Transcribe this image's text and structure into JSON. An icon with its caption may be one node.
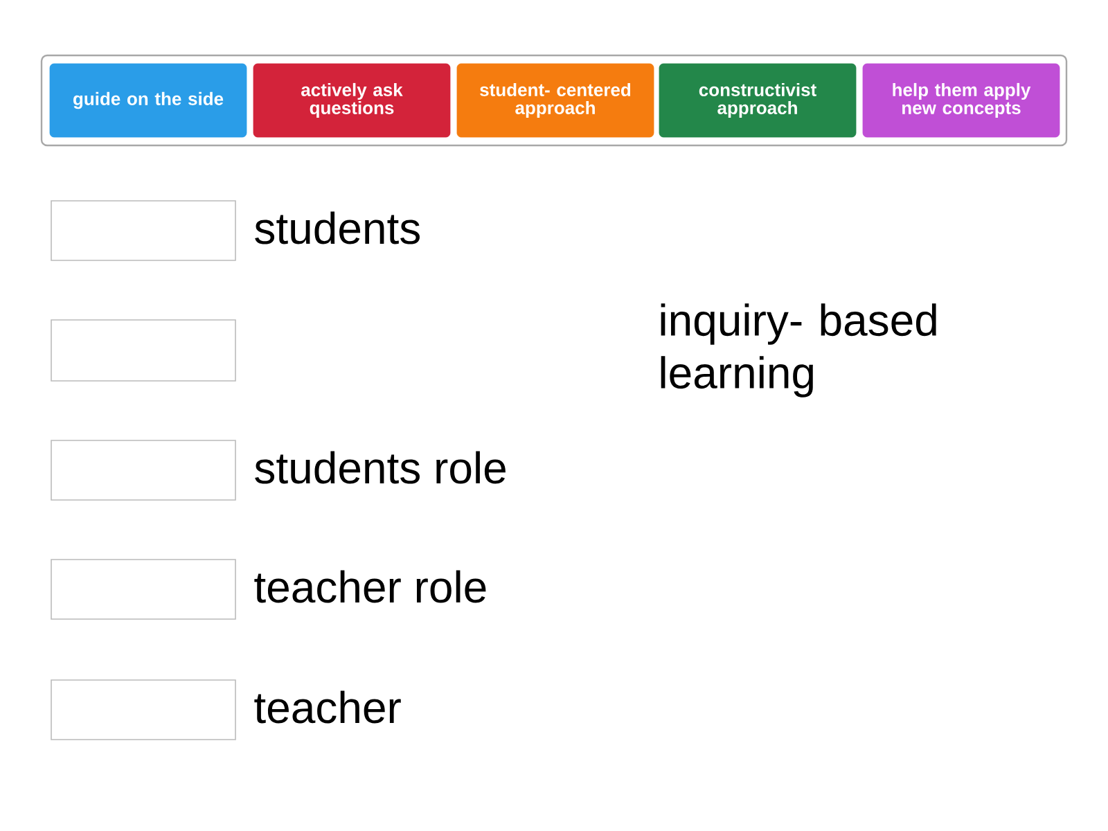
{
  "diagram": {
    "nodes": [
      {
        "text": [],
        "shape": "box"
      },
      {
        "text": [
          "guide on the side"
        ],
        "in": 0
      },
      {
        "text": [
          "actively ask questions"
        ],
        "in": 0
      },
      {
        "text": [
          "student- centered approach"
        ],
        "in": 0
      },
      {
        "text": [
          "constructivist approach"
        ],
        "in": 0
      },
      {
        "text": [
          "help them apply new concepts"
        ],
        "in": 0
      },
      {
        "text": [],
        "shape": "box",
        "beside": [
          "students"
        ]
      },
      {
        "text": [],
        "shape": "box"
      },
      {
        "text": [],
        "shape": "box",
        "beside": [
          "students role"
        ]
      },
      {
        "text": [],
        "shape": "box",
        "beside": [
          "teacher role"
        ]
      },
      {
        "text": [],
        "shape": "box",
        "beside": [
          "teacher"
        ]
      }
    ],
    "edges": [],
    "labels": [
      "inquiry- based learning"
    ]
  }
}
